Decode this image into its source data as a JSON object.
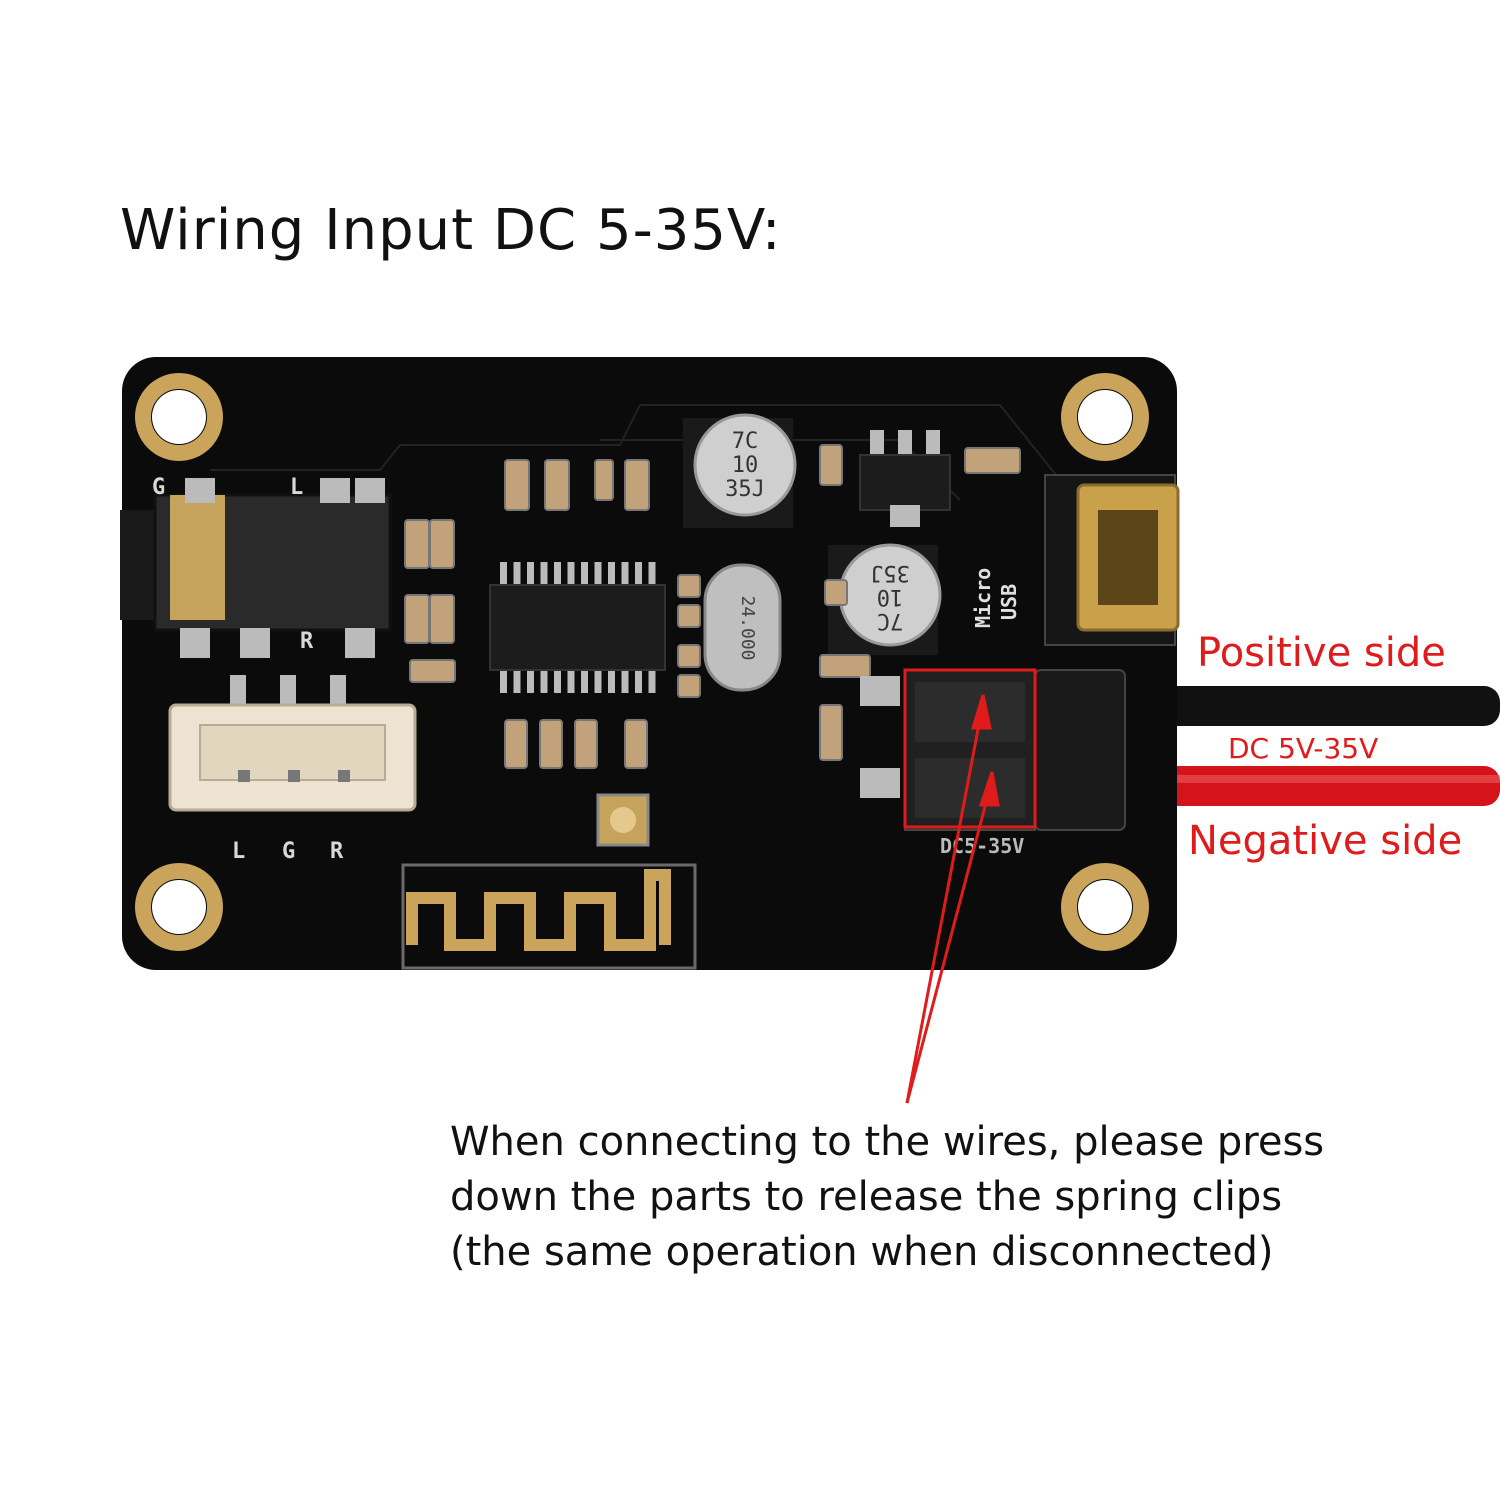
{
  "title": "Wiring Input DC 5-35V:",
  "labels": {
    "positive": "Positive side",
    "dc_range": "DC 5V-35V",
    "negative": "Negative side"
  },
  "note": {
    "lines": [
      "When connecting to the wires, please press",
      "down the parts to release the spring clips",
      "(the same operation when disconnected)"
    ]
  },
  "board": {
    "silkscreen": {
      "usb_line1": "Micro",
      "usb_line2": "USB",
      "power_marking": "DC5-35V",
      "jack_g": "G",
      "jack_l": "L",
      "jack_r": "R",
      "conn_l": "L",
      "conn_g": "G",
      "conn_r": "R"
    },
    "cap1": [
      "7C",
      "10",
      "35J"
    ],
    "cap2": [
      "7C",
      "10",
      "35J"
    ],
    "crystal": "24.000",
    "colors": {
      "pcb": "#0b0b0b",
      "gold": "#c9a45a",
      "annotation_red": "#e01b1b",
      "wire_black": "#111111",
      "wire_red": "#d4141a"
    }
  }
}
